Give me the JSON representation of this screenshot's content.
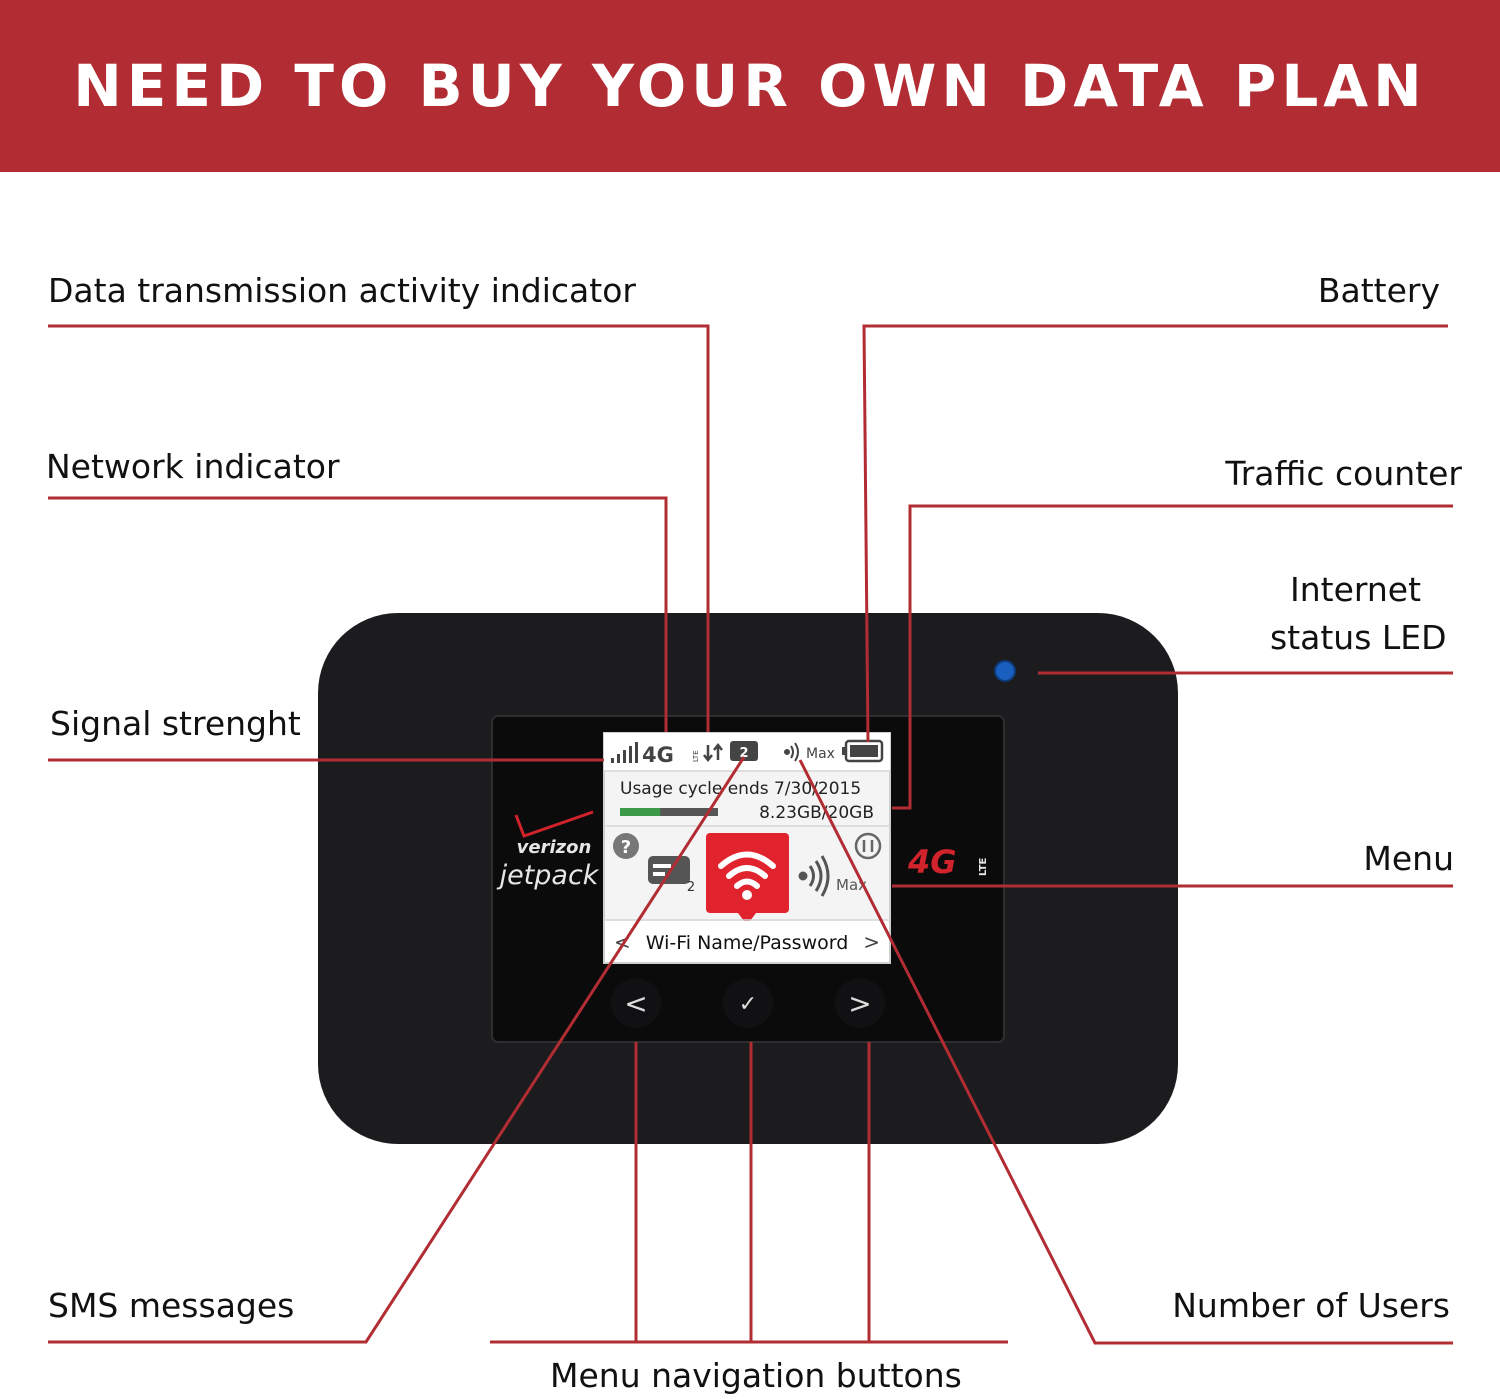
{
  "banner": {
    "title": "NEED TO BUY YOUR OWN DATA PLAN"
  },
  "colors": {
    "accent": "#b22c33",
    "device": "#1c1c1e",
    "wifi": "#e0232c",
    "led": "#1a5fbf",
    "usage_bar": "#3a9a48"
  },
  "labels": {
    "data_activity": "Data transmission activity indicator",
    "network": "Network indicator",
    "signal": "Signal strenght",
    "sms": "SMS messages",
    "battery": "Battery",
    "traffic": "Traffic counter",
    "led_line1": "Internet",
    "led_line2": "status LED",
    "menu": "Menu",
    "users": "Number of Users",
    "nav": "Menu navigation buttons"
  },
  "device": {
    "brand": "verizon",
    "product": "jetpack",
    "badge_main": "4G",
    "badge_sub": "LTE",
    "screen": {
      "network": "4G",
      "network_sub": "LTE",
      "sms_count": "2",
      "wifi_level": "Max",
      "usage_text": "Usage cycle ends 7/30/2015",
      "usage_amount": "8.23GB/20GB",
      "usage_fraction": 0.41,
      "users_count": "2",
      "wifi_max": "Max",
      "help_symbol": "?",
      "menu_title": "Wi-Fi Name/Password",
      "prev_symbol": "<",
      "next_symbol": ">"
    },
    "buttons": {
      "back": "<",
      "ok": "✓",
      "next": ">"
    }
  }
}
